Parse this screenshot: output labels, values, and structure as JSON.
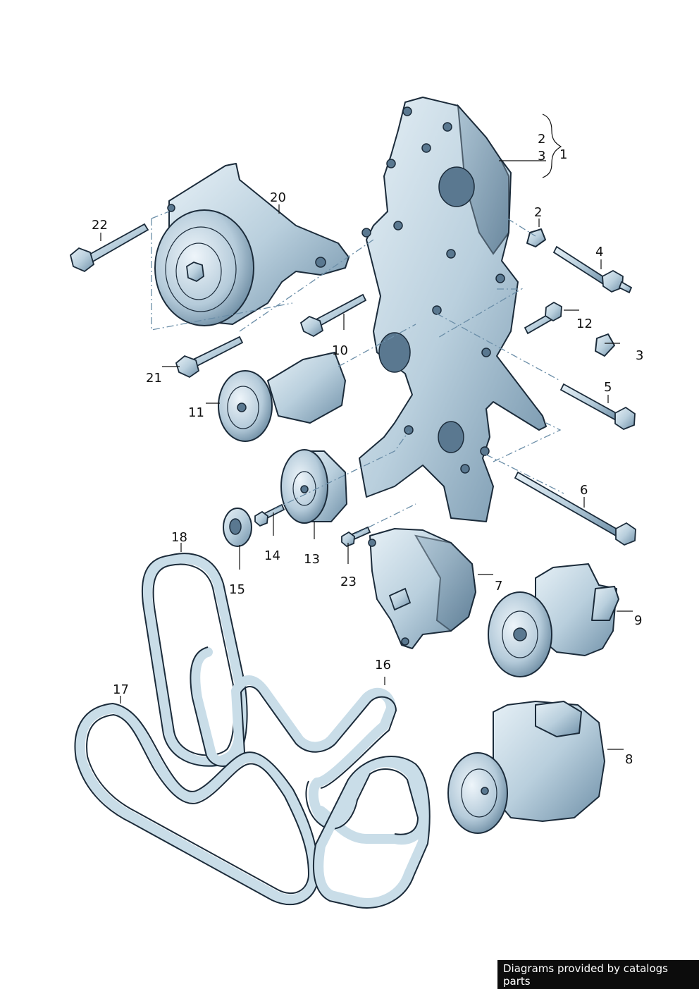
{
  "diagram": {
    "callouts": [
      {
        "id": "1",
        "label": "1"
      },
      {
        "id": "2a",
        "label": "2"
      },
      {
        "id": "3a",
        "label": "3"
      },
      {
        "id": "2b",
        "label": "2"
      },
      {
        "id": "3b",
        "label": "3"
      },
      {
        "id": "4",
        "label": "4"
      },
      {
        "id": "5",
        "label": "5"
      },
      {
        "id": "6",
        "label": "6"
      },
      {
        "id": "7",
        "label": "7"
      },
      {
        "id": "8",
        "label": "8"
      },
      {
        "id": "9",
        "label": "9"
      },
      {
        "id": "10",
        "label": "10"
      },
      {
        "id": "11",
        "label": "11"
      },
      {
        "id": "12",
        "label": "12"
      },
      {
        "id": "13",
        "label": "13"
      },
      {
        "id": "14",
        "label": "14"
      },
      {
        "id": "15",
        "label": "15"
      },
      {
        "id": "16",
        "label": "16"
      },
      {
        "id": "17",
        "label": "17"
      },
      {
        "id": "18",
        "label": "18"
      },
      {
        "id": "20",
        "label": "20"
      },
      {
        "id": "21",
        "label": "21"
      },
      {
        "id": "22",
        "label": "22"
      },
      {
        "id": "23",
        "label": "23"
      }
    ],
    "colors": {
      "part_fill": "#c9dde8",
      "part_shadow": "#7fa0b8",
      "outline": "#1b2b3a",
      "dash_line": "#6b8ea8"
    }
  },
  "footer": {
    "text": "Diagrams provided by catalogs parts"
  }
}
